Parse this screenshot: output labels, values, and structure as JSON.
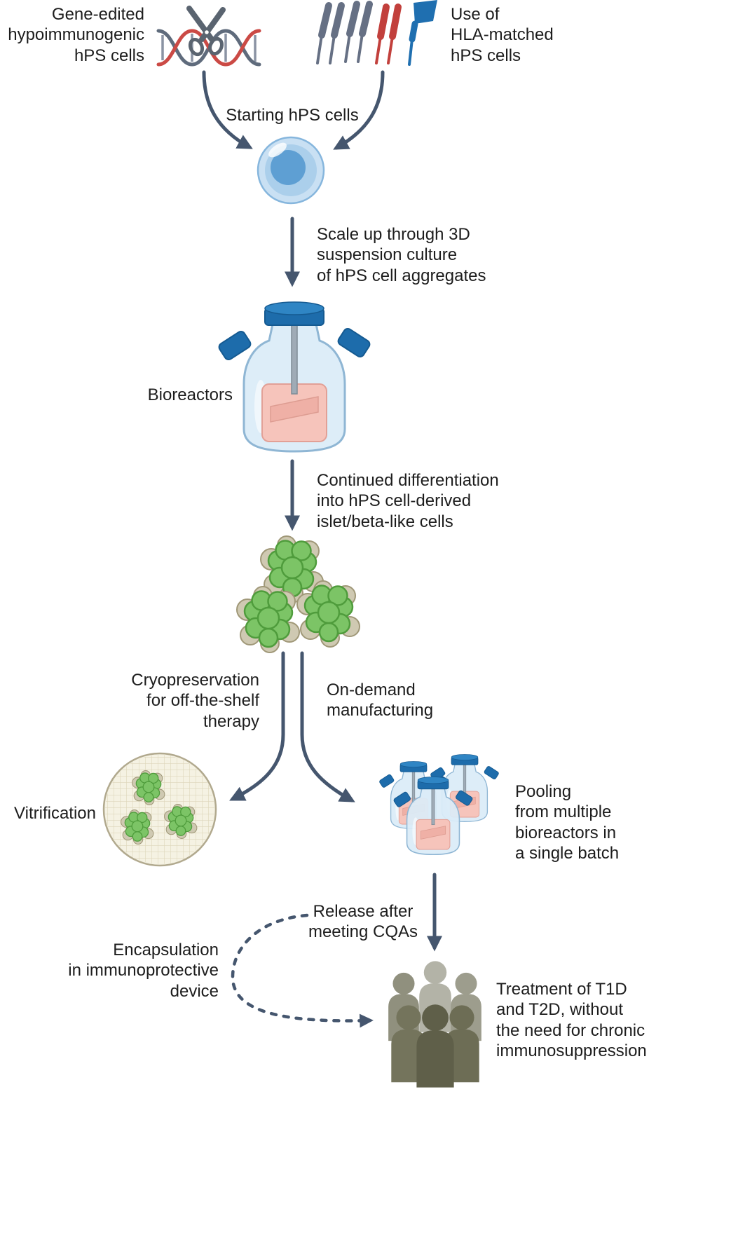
{
  "figure": {
    "labels": {
      "gene_edited": "Gene-edited\nhypoimmunogenic\nhPS cells",
      "hla_matched": "Use of\nHLA-matched\nhPS cells",
      "starting_cells": "Starting hPS cells",
      "scale_up": "Scale up through 3D\nsuspension culture\nof hPS cell aggregates",
      "bioreactors": "Bioreactors",
      "differentiation": "Continued differentiation\ninto hPS cell-derived\nislet/beta-like cells",
      "cryopreservation": "Cryopreservation\nfor off-the-shelf\ntherapy",
      "on_demand": "On-demand\nmanufacturing",
      "vitrification": "Vitrification",
      "pooling": "Pooling\nfrom multiple\nbioreactors in\na single batch",
      "release": "Release after\nmeeting CQAs",
      "encapsulation": "Encapsulation\nin immunoprotective\ndevice",
      "treatment": "Treatment of T1D\nand T2D, without\nthe need for chronic\nimmunosuppression"
    },
    "colors": {
      "arrow": "#45566e",
      "text": "#1d1d1d",
      "cell_outer": "#c9e0f3",
      "cell_inner": "#5e9fd3",
      "bioreactor_body": "#daecf8",
      "bioreactor_cap": "#1d6cab",
      "bioreactor_liquid": "#f6c4bb",
      "cluster_green": "#7cc466",
      "cluster_green_outline": "#4f9c3c",
      "cluster_beige": "#cfc9b2",
      "vitrification_fill": "#f5f2e3",
      "patient_dark": "#5f5f49",
      "patient_light": "#b3b3a7"
    }
  }
}
